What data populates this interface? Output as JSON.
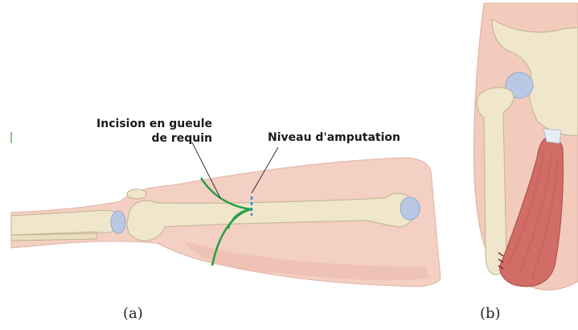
{
  "panel_a": {
    "caption": "(a)",
    "incision_label_line1": "Incision en gueule",
    "incision_label_line2": "de requin",
    "amputation_label": "Niveau d'amputation"
  },
  "panel_b": {
    "caption": "(b)"
  },
  "colors": {
    "skin": "#f4cfc3",
    "skin_shadow": "#e8b3a5",
    "bone": "#efe6cb",
    "bone_outline": "#bfb491",
    "cartilage": "#b9c9e4",
    "incision": "#23a043",
    "amputation_mark": "#2f8fd6",
    "muscle": "#d16d66"
  }
}
